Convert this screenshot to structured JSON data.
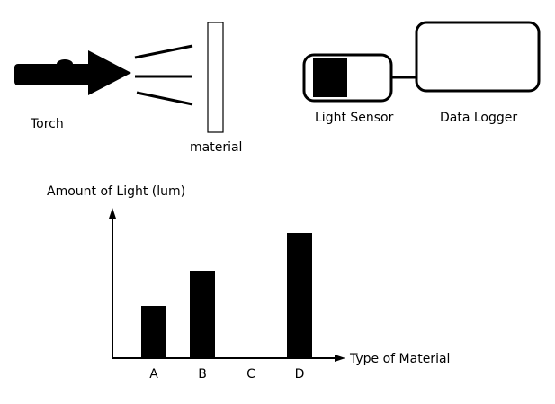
{
  "labels": {
    "torch": "Torch",
    "material": "material",
    "light_sensor": "Light Sensor",
    "data_logger": "Data Logger"
  },
  "colors": {
    "ink": "#000000",
    "paper": "#ffffff"
  },
  "chart_data": {
    "type": "bar",
    "title": "",
    "ylabel": "Amount of Light (lum)",
    "xlabel": "Type of Material",
    "categories": [
      "A",
      "B",
      "C",
      "D"
    ],
    "values": [
      58,
      97,
      0,
      139
    ],
    "ylim": [
      0,
      160
    ],
    "y_ticks_shown": false,
    "grid": false,
    "legend": "none"
  }
}
